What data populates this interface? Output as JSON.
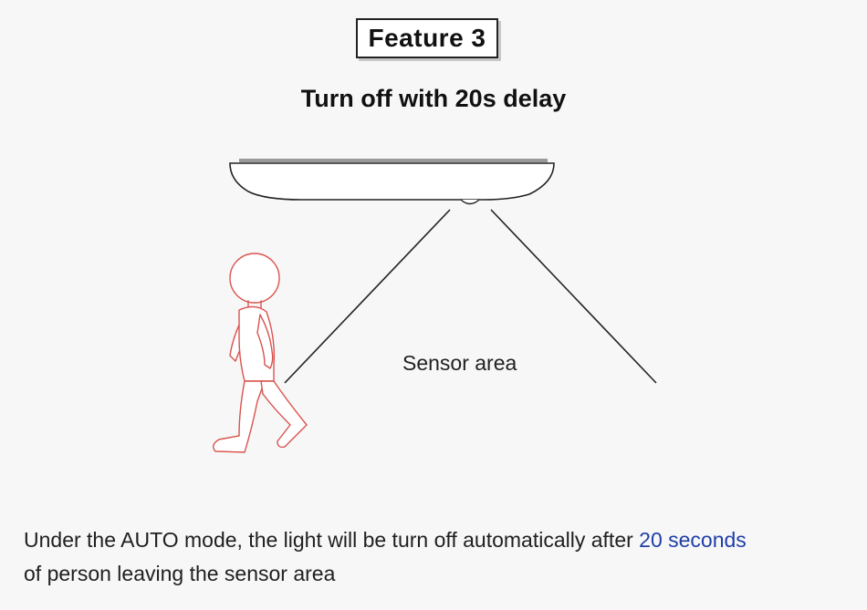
{
  "header": {
    "feature_label": "Feature 3",
    "subtitle": "Turn off with 20s delay"
  },
  "diagram": {
    "sensor_label": "Sensor area"
  },
  "caption": {
    "part1": "Under the AUTO mode, the light will be turn off automatically after ",
    "highlight": "20 seconds",
    "part2": "of person leaving the sensor area"
  },
  "colors": {
    "background": "#f7f7f7",
    "highlight_text": "#1f3fa8",
    "figure_outline": "#d9534f",
    "lamp_outline": "#222222",
    "lamp_top_strip": "#9a9a9a"
  },
  "icons": {
    "lamp": "ceiling-light-icon",
    "person": "walking-person-icon"
  }
}
